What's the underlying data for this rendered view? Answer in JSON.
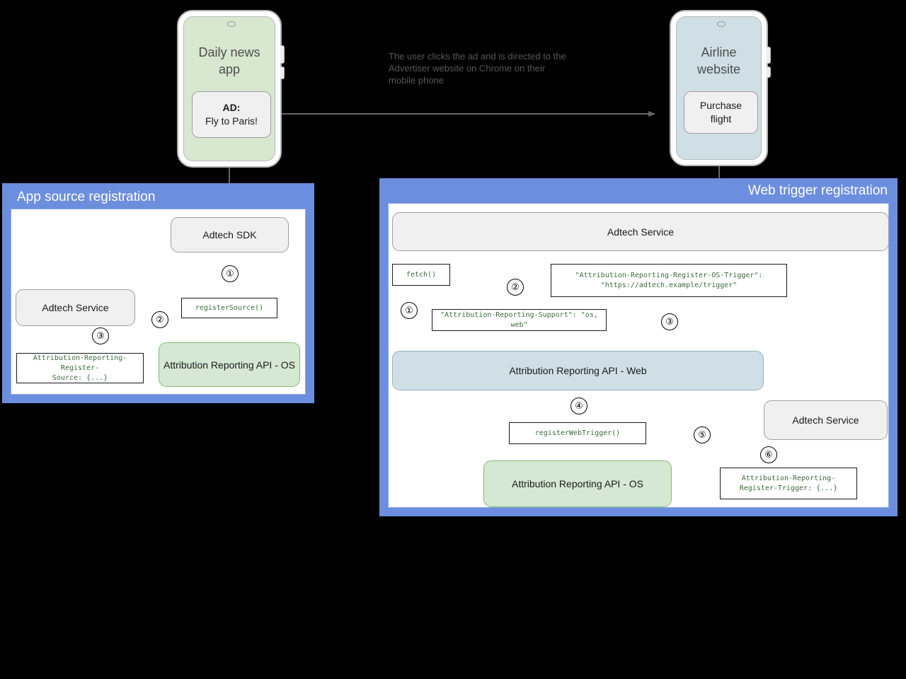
{
  "diagram": {
    "caption": "The user clicks the ad and is directed to the Advertiser website on Chrome on their mobile phone"
  },
  "phones": {
    "left": {
      "title": "Daily news app",
      "card_line1": "AD:",
      "card_line2": "Fly to Paris!"
    },
    "right": {
      "title": "Airline website",
      "card_line1": "Purchase",
      "card_line2": "flight"
    }
  },
  "left_panel": {
    "title": "App source registration",
    "nodes": {
      "adtech_sdk": "Adtech SDK",
      "adtech_service": "Adtech Service",
      "ar_api_os": "Attribution Reporting API - OS"
    },
    "code": {
      "register_source": "registerSource()",
      "register_source_header": "Attribution-Reporting-Register-\nSource: {...}"
    },
    "steps": [
      "①",
      "②",
      "③"
    ]
  },
  "right_panel": {
    "title": "Web trigger registration",
    "nodes": {
      "adtech_service_top": "Adtech Service",
      "ar_api_web": "Attribution Reporting API - Web",
      "ar_api_os": "Attribution Reporting API - OS",
      "adtech_service_bottom": "Adtech Service"
    },
    "code": {
      "fetch": "fetch()",
      "support_header": "\"Attribution-Reporting-Support\": \"os, web\"",
      "os_trigger_header": "\"Attribution-Reporting-Register-OS-Trigger\":\n    \"https://adtech.example/trigger\"",
      "register_web_trigger": "registerWebTrigger()",
      "register_trigger_header": "Attribution-Reporting-\nRegister-Trigger: {...}"
    },
    "steps": [
      "①",
      "②",
      "③",
      "④",
      "⑤",
      "⑥"
    ]
  },
  "colors": {
    "panel_blue": "#6c8ede",
    "node_grey": "#f0f0f0",
    "node_green": "#d5e8d4",
    "node_bluegrey": "#cfdfe5",
    "code_text": "#3b6b3b",
    "arrow": "#666666"
  }
}
